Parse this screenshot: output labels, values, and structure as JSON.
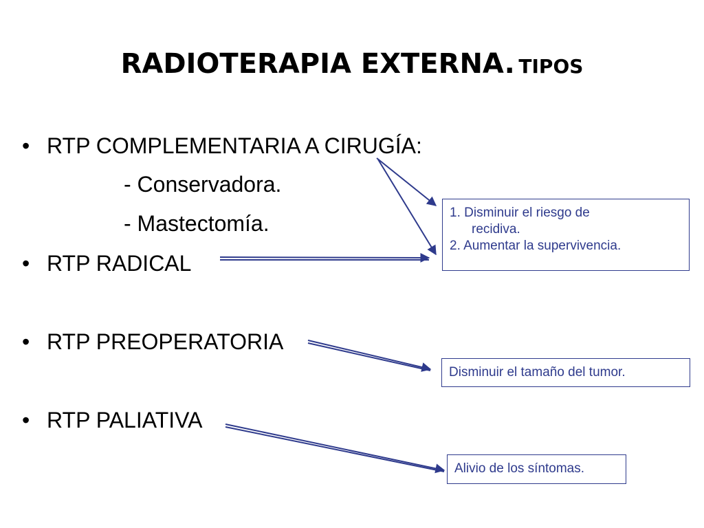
{
  "title": {
    "main": "RADIOTERAPIA EXTERNA.",
    "sub": "TIPOS"
  },
  "bullet_glyph": "•",
  "bullets": [
    "RTP COMPLEMENTARIA A CIRUGÍA:",
    "RTP RADICAL",
    "RTP PREOPERATORIA",
    "RTP PALIATIVA"
  ],
  "subitems": [
    "- Conservadora.",
    "- Mastectomía."
  ],
  "notes": {
    "first": {
      "line1": "1. Disminuir el riesgo de",
      "line2": "recidiva.",
      "line3": "2. Aumentar la supervivencia."
    },
    "second": "Disminuir el tamaño del tumor.",
    "third": "Alivio de los síntomas."
  },
  "colors": {
    "accent": "#2e3a8c",
    "text": "#000000"
  }
}
